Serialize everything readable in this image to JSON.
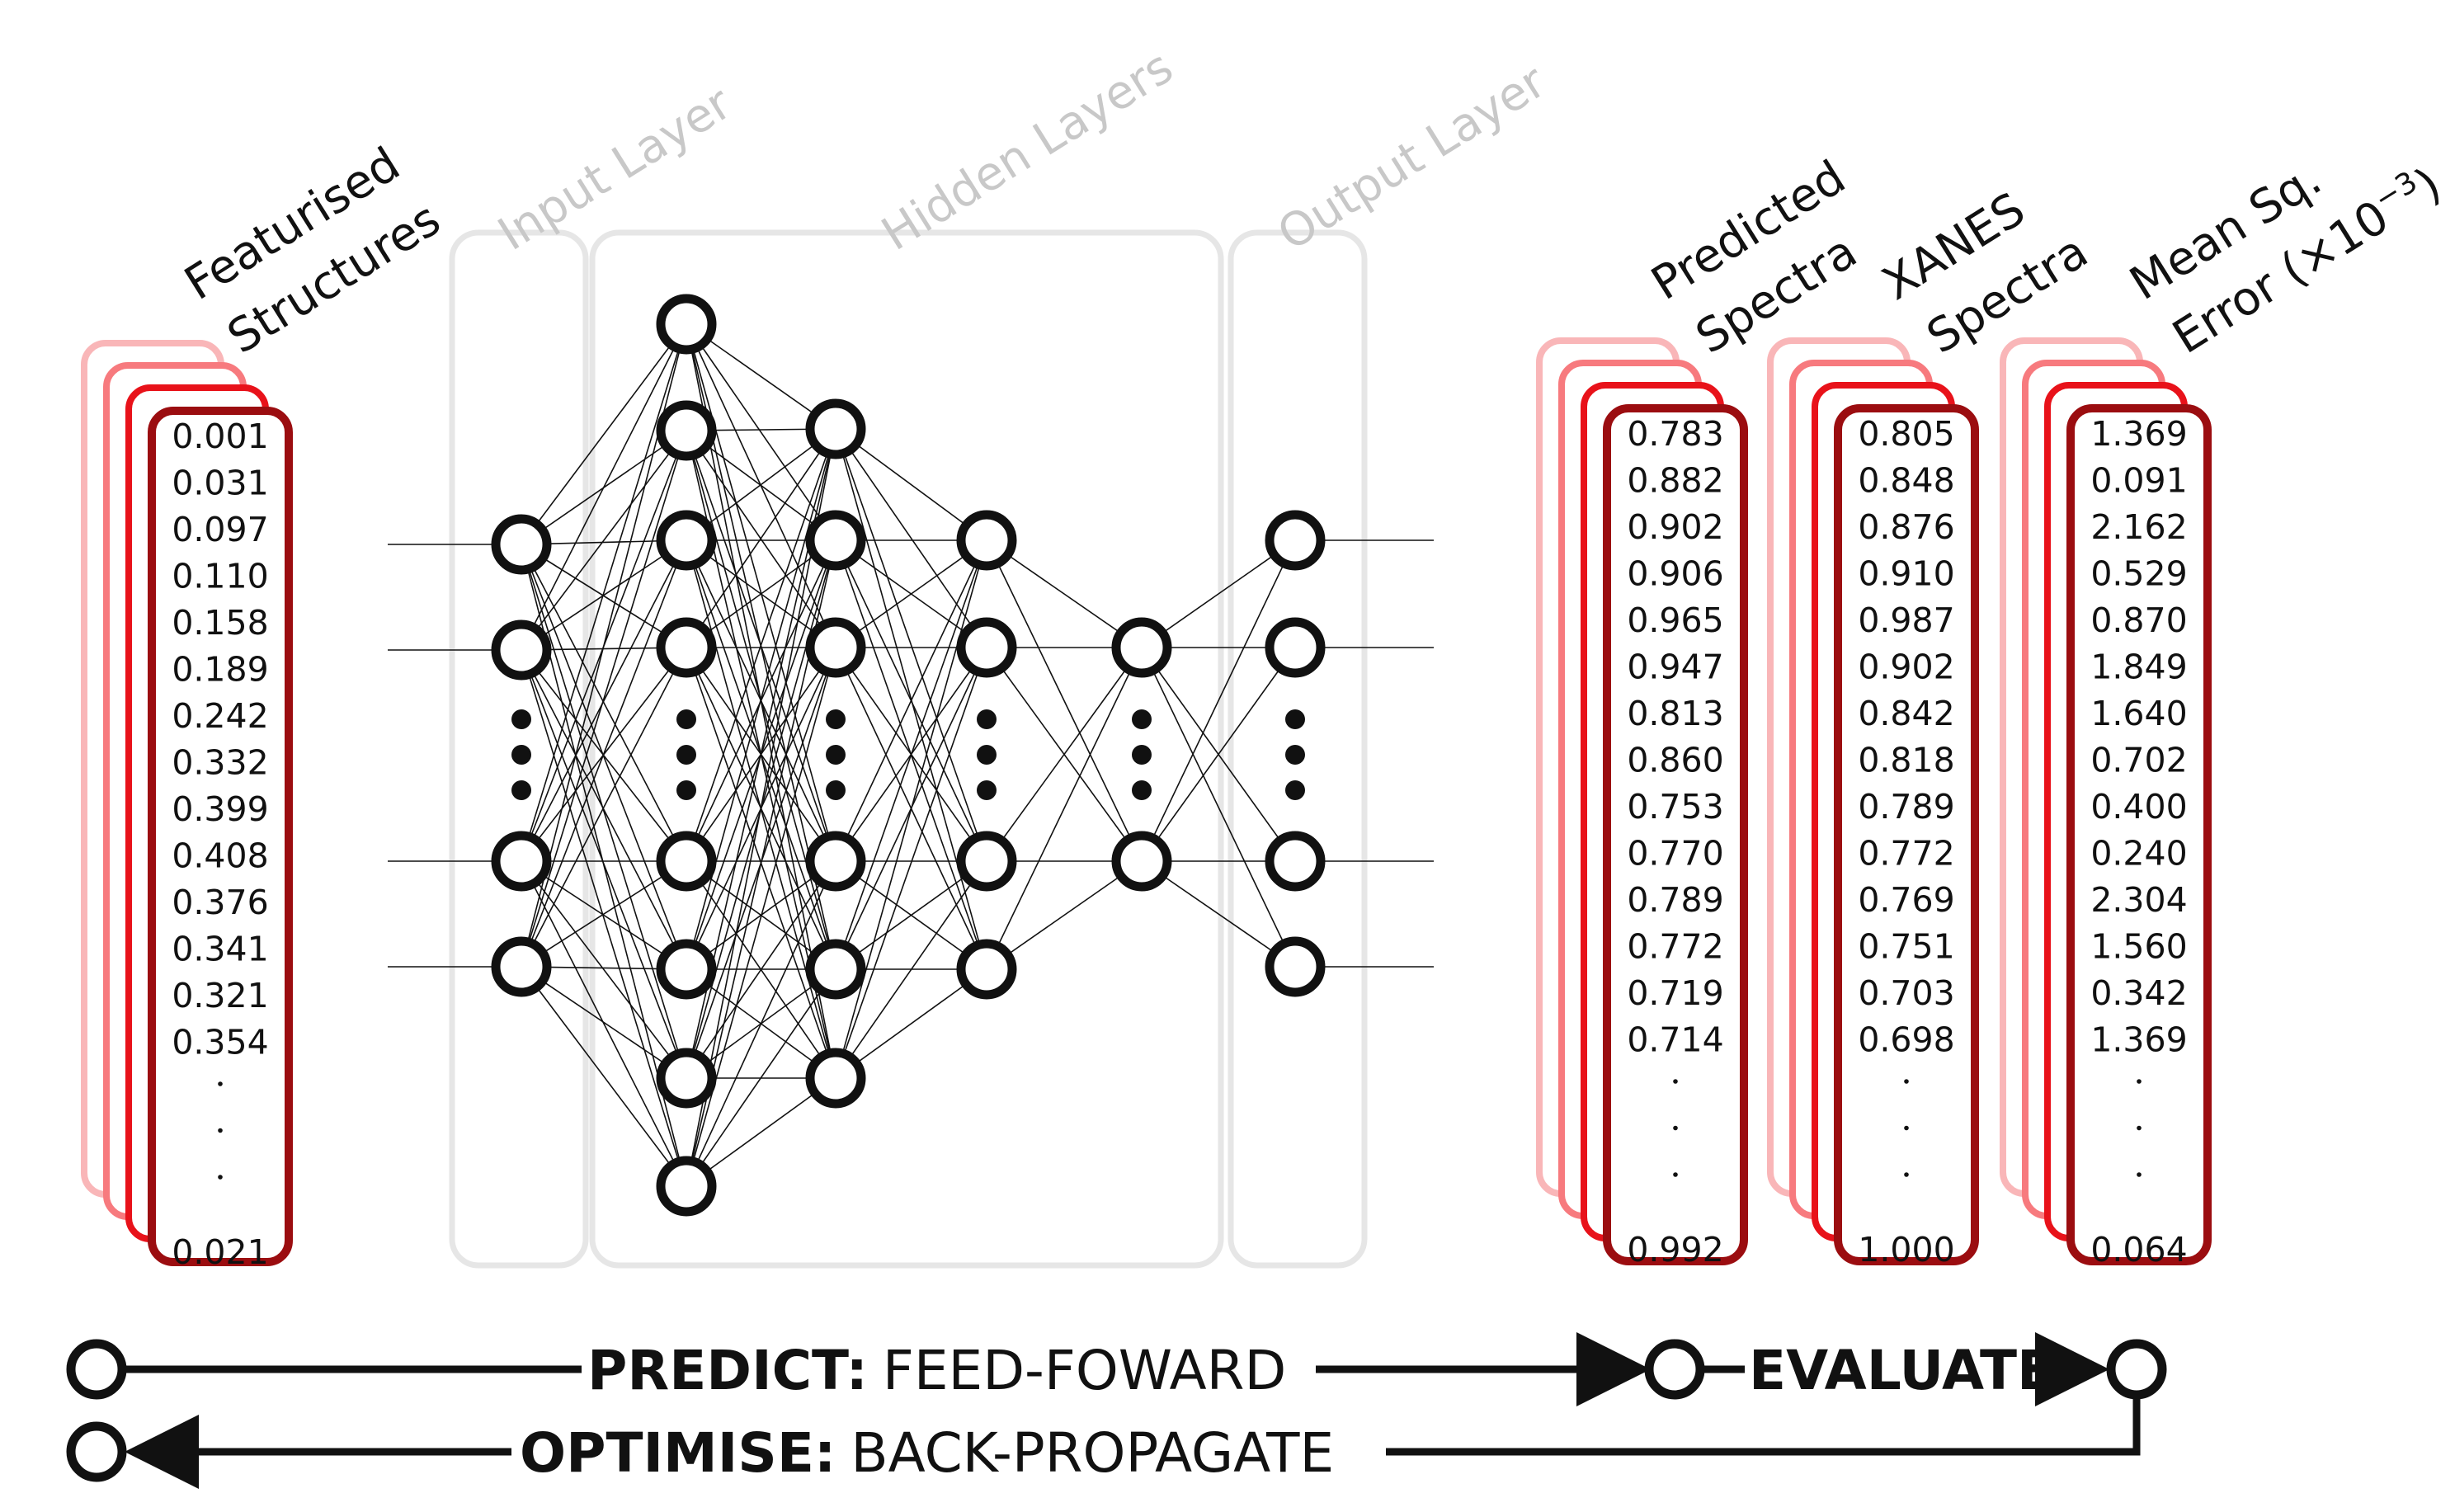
{
  "layer_labels": {
    "input": "Input Layer",
    "hidden": "Hidden Layers",
    "output": "Output Layer"
  },
  "vector_headers": {
    "featurised_line1": "Featurised",
    "featurised_line2": "Structures",
    "predicted_line1": "Predicted",
    "predicted_line2": "Spectra",
    "xanes_line1": "XANES",
    "xanes_line2": "Spectra",
    "mse_line1": "Mean Sq.",
    "mse_line2_prefix": "Error (×10",
    "mse_line2_exp": "−3",
    "mse_line2_suffix": ")"
  },
  "vectors": {
    "featurised": {
      "values": [
        "0.001",
        "0.031",
        "0.097",
        "0.110",
        "0.158",
        "0.189",
        "0.242",
        "0.332",
        "0.399",
        "0.408",
        "0.376",
        "0.341",
        "0.321",
        "0.354"
      ],
      "last": "0.021"
    },
    "predicted": {
      "values": [
        "0.783",
        "0.882",
        "0.902",
        "0.906",
        "0.965",
        "0.947",
        "0.813",
        "0.860",
        "0.753",
        "0.770",
        "0.789",
        "0.772",
        "0.719",
        "0.714"
      ],
      "last": "0.992"
    },
    "xanes": {
      "values": [
        "0.805",
        "0.848",
        "0.876",
        "0.910",
        "0.987",
        "0.902",
        "0.842",
        "0.818",
        "0.789",
        "0.772",
        "0.769",
        "0.751",
        "0.703",
        "0.698"
      ],
      "last": "1.000"
    },
    "mse": {
      "values": [
        "1.369",
        "0.091",
        "2.162",
        "0.529",
        "0.870",
        "1.849",
        "1.640",
        "0.702",
        "0.400",
        "0.240",
        "2.304",
        "1.560",
        "0.342",
        "1.369"
      ],
      "last": "0.064"
    }
  },
  "workflow": {
    "predict_bold": "PREDICT:",
    "predict_text": "FEED-FOWARD",
    "evaluate_bold": "EVALUATE",
    "optimise_bold": "OPTIMISE:",
    "optimise_text": "BACK-PROPAGATE"
  },
  "colors": {
    "card_dark": "#9b0d10",
    "card_red": "#e8121a",
    "card_mid": "#f77a7e",
    "card_light": "#f9b6b8",
    "layer_box": "#e6e6e6",
    "layer_label": "#c8c8c8",
    "ink": "#111111"
  }
}
